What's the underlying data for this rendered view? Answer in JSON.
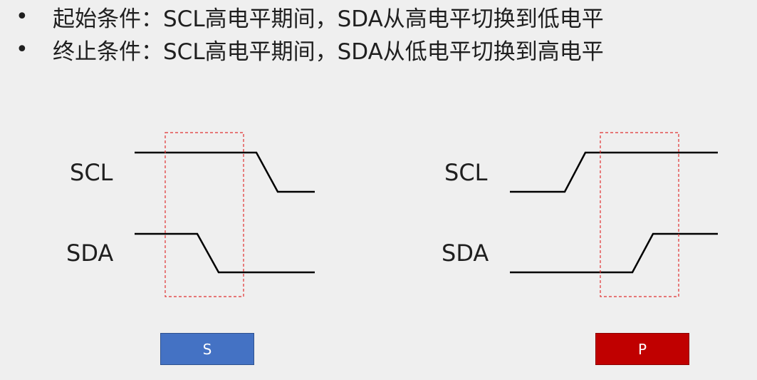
{
  "bullets": [
    "起始条件：SCL高电平期间，SDA从高电平切换到低电平",
    "终止条件：SCL高电平期间，SDA从低电平切换到高电平"
  ],
  "bullet_symbol": "•",
  "start_diagram": {
    "scl_label": "SCL",
    "sda_label": "SDA",
    "badge": "S",
    "badge_color": "#4472c4",
    "highlight_color": "#e03030"
  },
  "stop_diagram": {
    "scl_label": "SCL",
    "sda_label": "SDA",
    "badge": "P",
    "badge_color": "#c00000",
    "highlight_color": "#e03030"
  }
}
